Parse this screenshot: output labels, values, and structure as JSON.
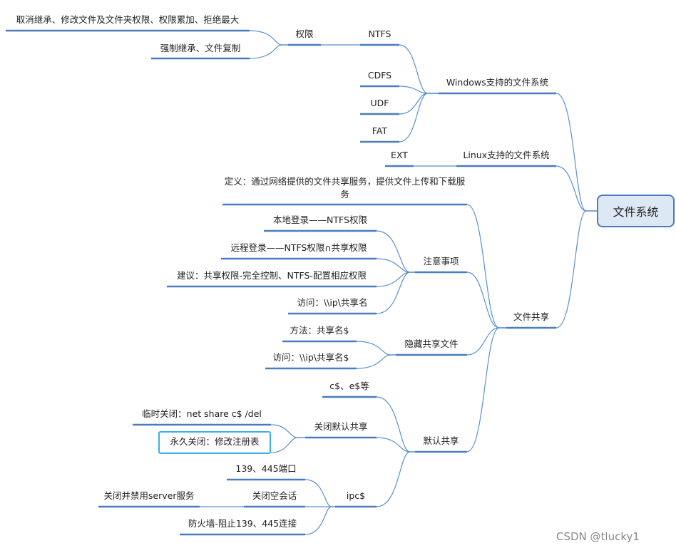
{
  "root": {
    "label": "文件系统"
  },
  "windows": {
    "label": "Windows支持的文件系统",
    "ntfs": {
      "label": "NTFS",
      "quanxian": {
        "label": "权限",
        "items": [
          "取消继承、修改文件及文件夹权限、权限累加、拒绝最大",
          "强制继承、文件复制"
        ]
      }
    },
    "others": [
      "CDFS",
      "UDF",
      "FAT"
    ]
  },
  "linux": {
    "label": "Linux支持的文件系统",
    "items": [
      "EXT"
    ]
  },
  "share": {
    "label": "文件共享",
    "definition": "定义：通过网络提供的文件共享服务，提供文件上传和下载服务",
    "notes": {
      "label": "注意事项",
      "items": [
        "本地登录——NTFS权限",
        "远程登录——NTFS权限∩共享权限",
        "建议：共享权限-完全控制、NTFS-配置相应权限",
        "访问：\\\\ip\\共享名"
      ]
    },
    "hidden": {
      "label": "隐藏共享文件",
      "items": [
        "方法：共享名$",
        "访问：\\\\ip\\共享名$"
      ]
    },
    "default": {
      "label": "默认共享",
      "ce": "c$、e$等",
      "close": {
        "label": "关闭默认共享",
        "items": [
          "临时关闭：net share c$ /del",
          "永久关闭：修改注册表"
        ]
      },
      "ipc": {
        "label": "ipc$",
        "port": "139、445端口",
        "session": {
          "label": "关闭空会话",
          "items": [
            "关闭并禁用server服务"
          ]
        },
        "firewall": "防火墙-阻止139、445连接"
      }
    }
  },
  "watermark": "CSDN @tlucky1",
  "colors": {
    "line": "#5b8fd0",
    "underline": "#4a7cbf",
    "selected": "#3ab0e8",
    "root_fill": "#dde8f5"
  }
}
